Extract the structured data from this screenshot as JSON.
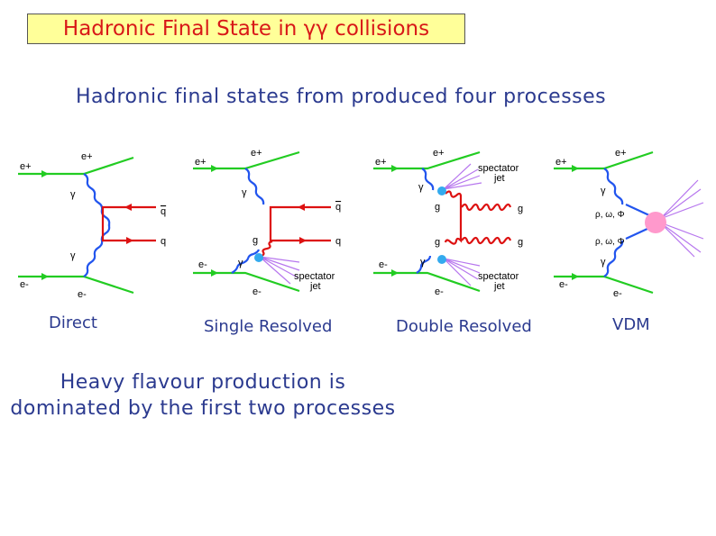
{
  "title": "Hadronic Final State in γγ collisions",
  "subtitle": "Hadronic final states from produced four processes",
  "processes": [
    {
      "label": "Direct"
    },
    {
      "label": "Single Resolved"
    },
    {
      "label": "Double Resolved"
    },
    {
      "label": "VDM"
    }
  ],
  "note": {
    "line1": "Heavy flavour production is",
    "line2": "dominated by the first two processes"
  },
  "diagram_labels": {
    "e_plus_in": "e+",
    "e_plus_out": "e+",
    "e_minus_in": "e-",
    "e_minus_out": "e-",
    "gamma": "γ",
    "q": "q",
    "qbar": "q",
    "g": "g",
    "spectator": "spectator",
    "jet": "jet",
    "vector_mesons": "ρ, ω, Φ"
  },
  "colors": {
    "electron": "#22cc22",
    "photon": "#2255ee",
    "quark": "#dd1111",
    "blob": "#33aaee",
    "vdm_blob": "#ff99cc",
    "title": "#d81818",
    "text": "#2b3a8f"
  }
}
